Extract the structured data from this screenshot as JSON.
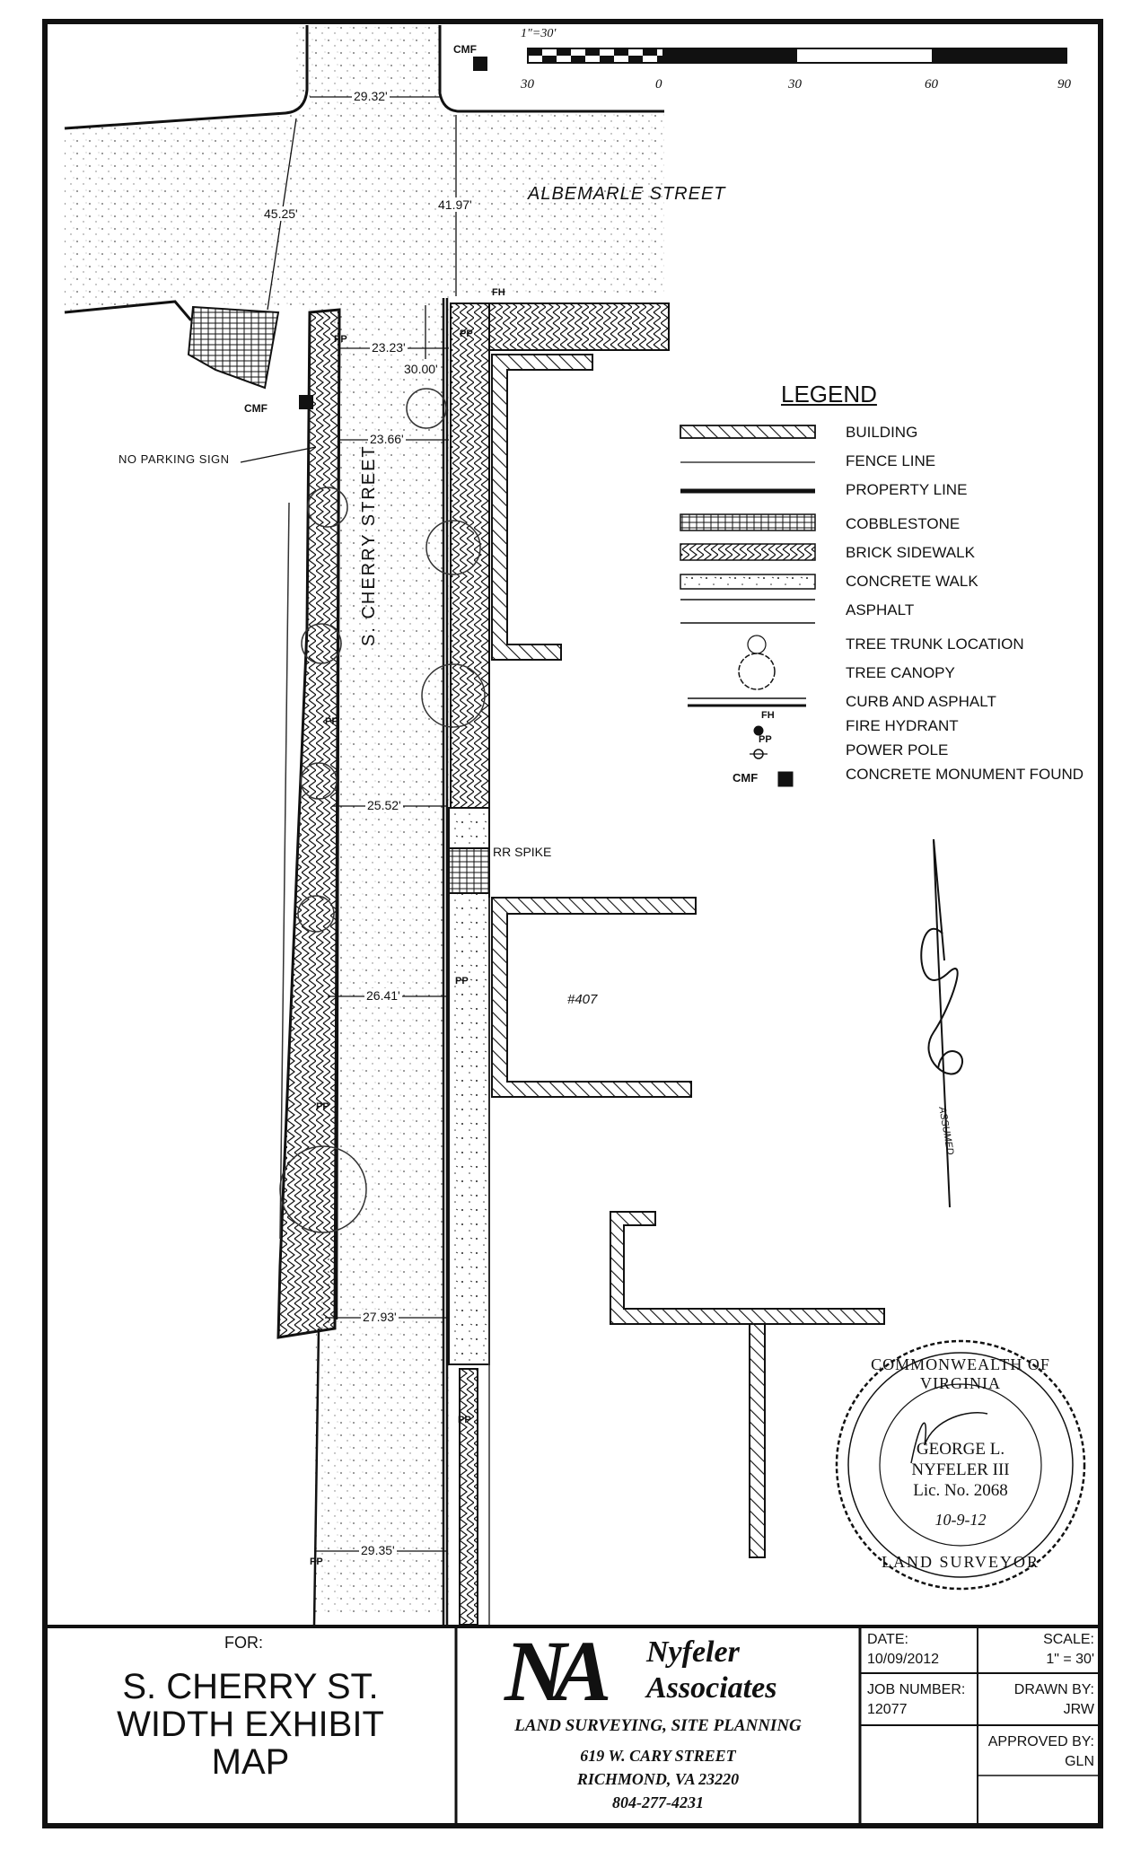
{
  "scale_bar": {
    "label": "1\"=30'",
    "ticks": [
      "30",
      "0",
      "30",
      "60",
      "90"
    ]
  },
  "map": {
    "street_top": "ALBEMARLE STREET",
    "street_main": "S. CHERRY STREET",
    "dims": {
      "d1": "29.32'",
      "d2": "45.25'",
      "d3": "41.97'",
      "d4": "23.23'",
      "d5": "30.00'",
      "d6": "23.66'",
      "d7": "25.52'",
      "d8": "26.41'",
      "d9": "27.93'",
      "d10": "29.35'"
    },
    "labels": {
      "cmf": "CMF",
      "fh": "FH",
      "pp": "PP",
      "no_parking": "NO PARKING SIGN",
      "rr_spike": "RR SPIKE",
      "building_no": "#407"
    },
    "north_label": "ASSUMED"
  },
  "legend": {
    "title": "LEGEND",
    "items": [
      {
        "label": "BUILDING",
        "symbol": "building-hatch"
      },
      {
        "label": "FENCE LINE",
        "symbol": "fence-line"
      },
      {
        "label": "PROPERTY LINE",
        "symbol": "property-line"
      },
      {
        "label": "COBBLESTONE",
        "symbol": "cobblestone"
      },
      {
        "label": "BRICK SIDEWALK",
        "symbol": "brick-sidewalk"
      },
      {
        "label": "CONCRETE WALK",
        "symbol": "concrete-walk"
      },
      {
        "label": "ASPHALT",
        "symbol": "asphalt"
      },
      {
        "label": "TREE TRUNK LOCATION",
        "symbol": "tree-trunk"
      },
      {
        "label": "TREE CANOPY",
        "symbol": "tree-canopy"
      },
      {
        "label": "CURB AND ASPHALT",
        "symbol": "curb-asphalt"
      },
      {
        "label": "FIRE HYDRANT",
        "symbol": "fire-hydrant",
        "tag": "FH"
      },
      {
        "label": "POWER POLE",
        "symbol": "power-pole",
        "tag": "PP"
      },
      {
        "label": "CONCRETE MONUMENT FOUND",
        "symbol": "monument",
        "tag": "CMF"
      }
    ]
  },
  "seal": {
    "ring_top": "COMMONWEALTH OF VIRGINIA",
    "ring_bottom": "LAND SURVEYOR",
    "name1": "GEORGE L.",
    "name2": "NYFELER III",
    "license": "Lic. No. 2068",
    "date": "10-9-12"
  },
  "title_block": {
    "for_label": "FOR:",
    "title_lines": [
      "S. CHERRY ST.",
      "WIDTH EXHIBIT",
      "MAP"
    ],
    "company": {
      "logo": "NA",
      "name1": "Nyfeler",
      "name2": "Associates",
      "tagline": "LAND SURVEYING, SITE PLANNING",
      "address1": "619 W. CARY STREET",
      "address2": "RICHMOND, VA 23220",
      "phone": "804-277-4231"
    },
    "date_label": "DATE:",
    "date_value": "10/09/2012",
    "scale_label": "SCALE:",
    "scale_value": "1\" = 30'",
    "job_label": "JOB NUMBER:",
    "job_value": "12077",
    "drawn_label": "DRAWN BY:",
    "drawn_value": "JRW",
    "approved_label": "APPROVED BY:",
    "approved_value": "GLN"
  }
}
